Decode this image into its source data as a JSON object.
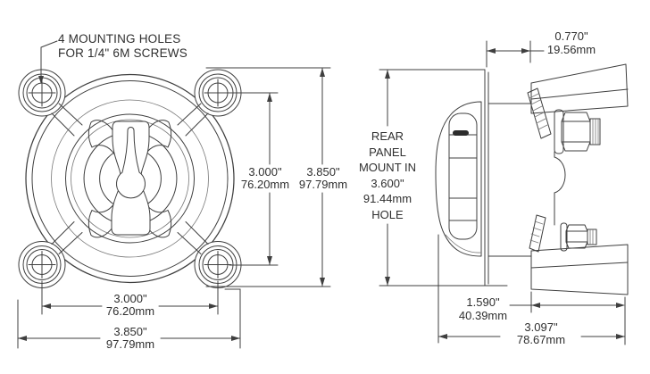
{
  "drawing_type": "dimensional engineering drawing - battery switch, front and side views",
  "front_view": {
    "mounting_note_line1": "4 MOUNTING HOLES",
    "mounting_note_line2": "FOR 1/4\" 6M SCREWS",
    "dim_hole_spacing_vertical": {
      "inches": "3.000\"",
      "mm": "76.20mm"
    },
    "dim_overall_vertical": {
      "inches": "3.850\"",
      "mm": "97.79mm"
    },
    "dim_hole_spacing_horizontal": {
      "inches": "3.000\"",
      "mm": "76.20mm"
    },
    "dim_overall_horizontal": {
      "inches": "3.850\"",
      "mm": "97.79mm"
    }
  },
  "side_view": {
    "rear_panel_note": {
      "line1": "REAR",
      "line2": "PANEL",
      "line3": "MOUNT IN",
      "line4": "3.600\"",
      "line5": "91.44mm",
      "line6": "HOLE"
    },
    "dim_flange_depth": {
      "inches": "0.770\"",
      "mm": "19.56mm"
    },
    "dim_rear_body_depth": {
      "inches": "1.590\"",
      "mm": "40.39mm"
    },
    "dim_overall_depth": {
      "inches": "3.097\"",
      "mm": "78.67mm"
    }
  },
  "colors": {
    "line": "#3f3f3f",
    "text": "#2f2f2f",
    "background": "#ffffff"
  }
}
